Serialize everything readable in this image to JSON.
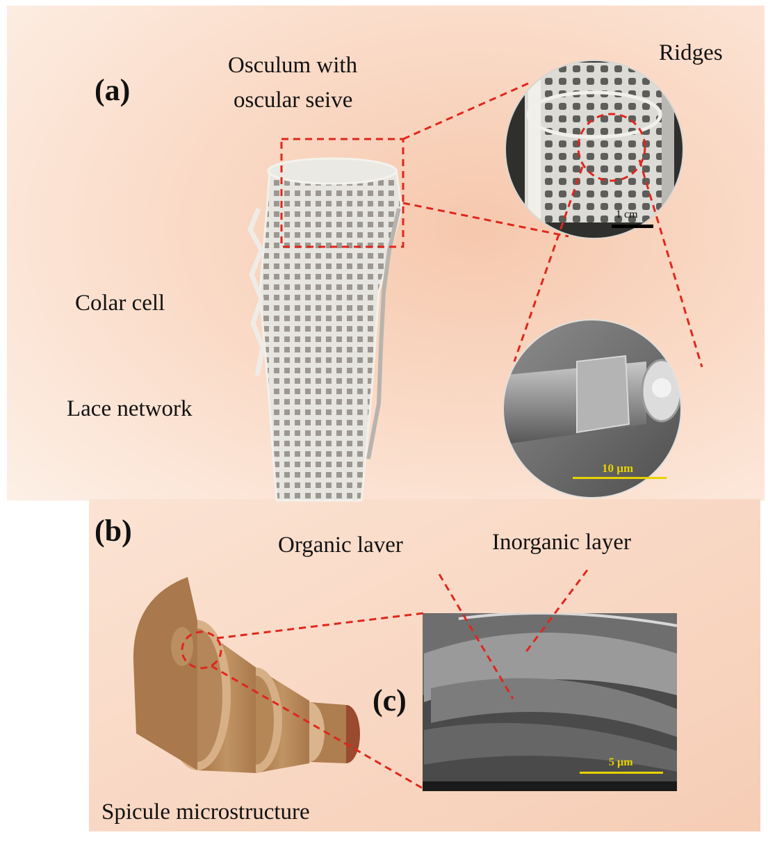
{
  "panel_a": {
    "letter": "(a)",
    "labels": {
      "osculum_line1": "Osculum with",
      "osculum_line2": "oscular seive",
      "ridges": "Ridges",
      "colar_cell": "Colar cell",
      "lace_network": "Lace network"
    },
    "scale_bars": {
      "top_inset": "1 cm",
      "bottom_inset": "10 µm"
    }
  },
  "panel_b": {
    "letter": "(b)",
    "labels": {
      "organic_layer": "Organic laver",
      "inorganic_layer": "Inorganic layer",
      "caption": "Spicule microstructure"
    }
  },
  "panel_c": {
    "letter": "(c)",
    "scale_bar": "5 µm"
  },
  "colors": {
    "callout_red": "#e0261c",
    "background_peach": "#f8d3bd",
    "model_brown": "#b9875c",
    "scale_yellow": "#e8d200"
  }
}
